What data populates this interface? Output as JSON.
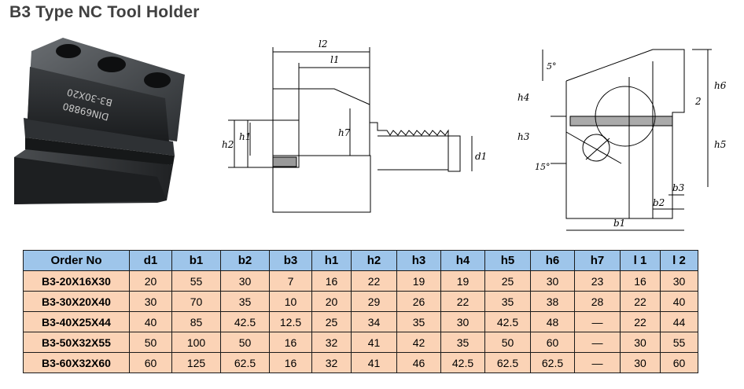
{
  "title": "B3 Type NC Tool Holder",
  "photo": {
    "engraving_line1": "B3-30X20",
    "engraving_line2": "DIN69880"
  },
  "drawing_side": {
    "labels": [
      "l2",
      "l1",
      "h2",
      "h1",
      "h7",
      "d1"
    ]
  },
  "drawing_front": {
    "labels": [
      "h4",
      "h6",
      "h3",
      "h5",
      "b3",
      "b2",
      "b1",
      "2",
      "5°",
      "15°"
    ]
  },
  "table": {
    "headers": [
      "Order No",
      "d1",
      "b1",
      "b2",
      "b3",
      "h1",
      "h2",
      "h3",
      "h4",
      "h5",
      "h6",
      "h7",
      "l 1",
      "l 2"
    ],
    "rows": [
      [
        "B3-20X16X30",
        "20",
        "55",
        "30",
        "7",
        "16",
        "22",
        "19",
        "19",
        "25",
        "30",
        "23",
        "16",
        "30"
      ],
      [
        "B3-30X20X40",
        "30",
        "70",
        "35",
        "10",
        "20",
        "29",
        "26",
        "22",
        "35",
        "38",
        "28",
        "22",
        "40"
      ],
      [
        "B3-40X25X44",
        "40",
        "85",
        "42.5",
        "12.5",
        "25",
        "34",
        "35",
        "30",
        "42.5",
        "48",
        "—",
        "22",
        "44"
      ],
      [
        "B3-50X32X55",
        "50",
        "100",
        "50",
        "16",
        "32",
        "41",
        "42",
        "35",
        "50",
        "60",
        "—",
        "30",
        "55"
      ],
      [
        "B3-60X32X60",
        "60",
        "125",
        "62.5",
        "16",
        "32",
        "41",
        "46",
        "42.5",
        "62.5",
        "62.5",
        "—",
        "30",
        "60"
      ]
    ]
  }
}
